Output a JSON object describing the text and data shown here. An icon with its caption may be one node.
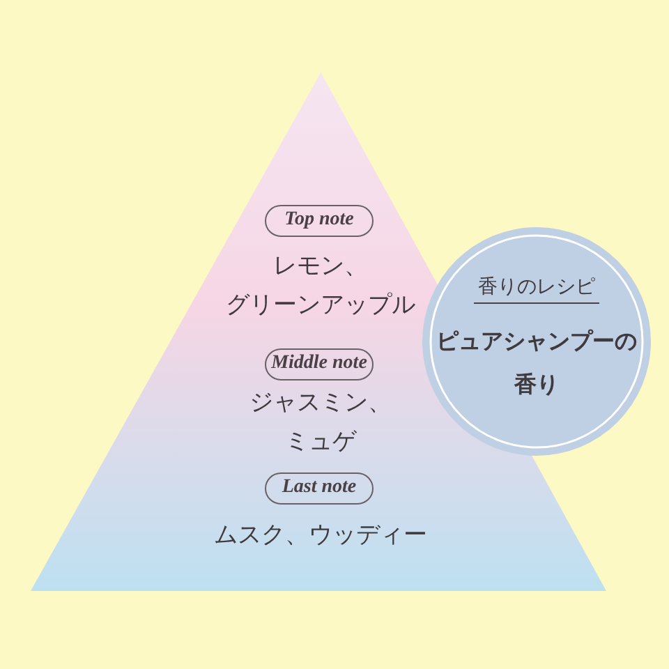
{
  "diagram": {
    "nodes": [
      {
        "text": [],
        "shape": "triangle"
      },
      {
        "text": [
          "Top note"
        ],
        "in": 0,
        "beside": [
          "レモン、グリーンアップル"
        ]
      },
      {
        "text": [
          "Middle note"
        ],
        "in": 0,
        "beside": [
          "ジャスミン、ミュゲ"
        ]
      },
      {
        "text": [
          "Last note"
        ],
        "in": 0,
        "beside": [
          "ムスク、ウッディー"
        ]
      },
      {
        "text": [
          "香りのレシピ",
          "ピュアシャンプーの香り"
        ]
      }
    ]
  }
}
